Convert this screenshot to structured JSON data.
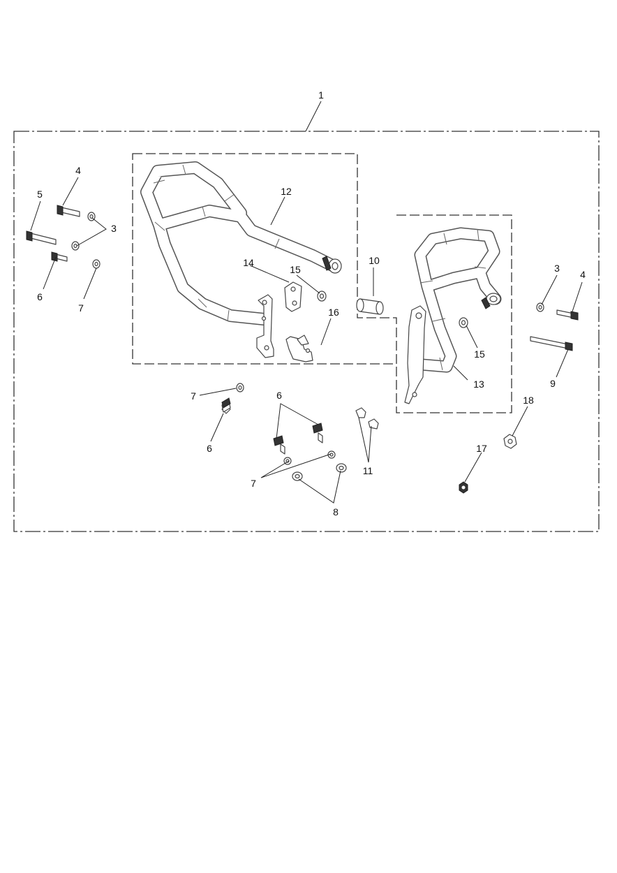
{
  "diagram": {
    "callouts": {
      "c1": "1",
      "c3_left": "3",
      "c3_right": "3",
      "c4_left": "4",
      "c4_right": "4",
      "c5": "5",
      "c6_left": "6",
      "c6_mid": "6",
      "c6_upper": "6",
      "c7_left": "7",
      "c7_mid_top": "7",
      "c7_bottom": "7",
      "c8": "8",
      "c9": "9",
      "c10": "10",
      "c11": "11",
      "c12": "12",
      "c13": "13",
      "c14": "14",
      "c15_left": "15",
      "c15_right": "15",
      "c16": "16",
      "c17": "17",
      "c18": "18"
    }
  }
}
